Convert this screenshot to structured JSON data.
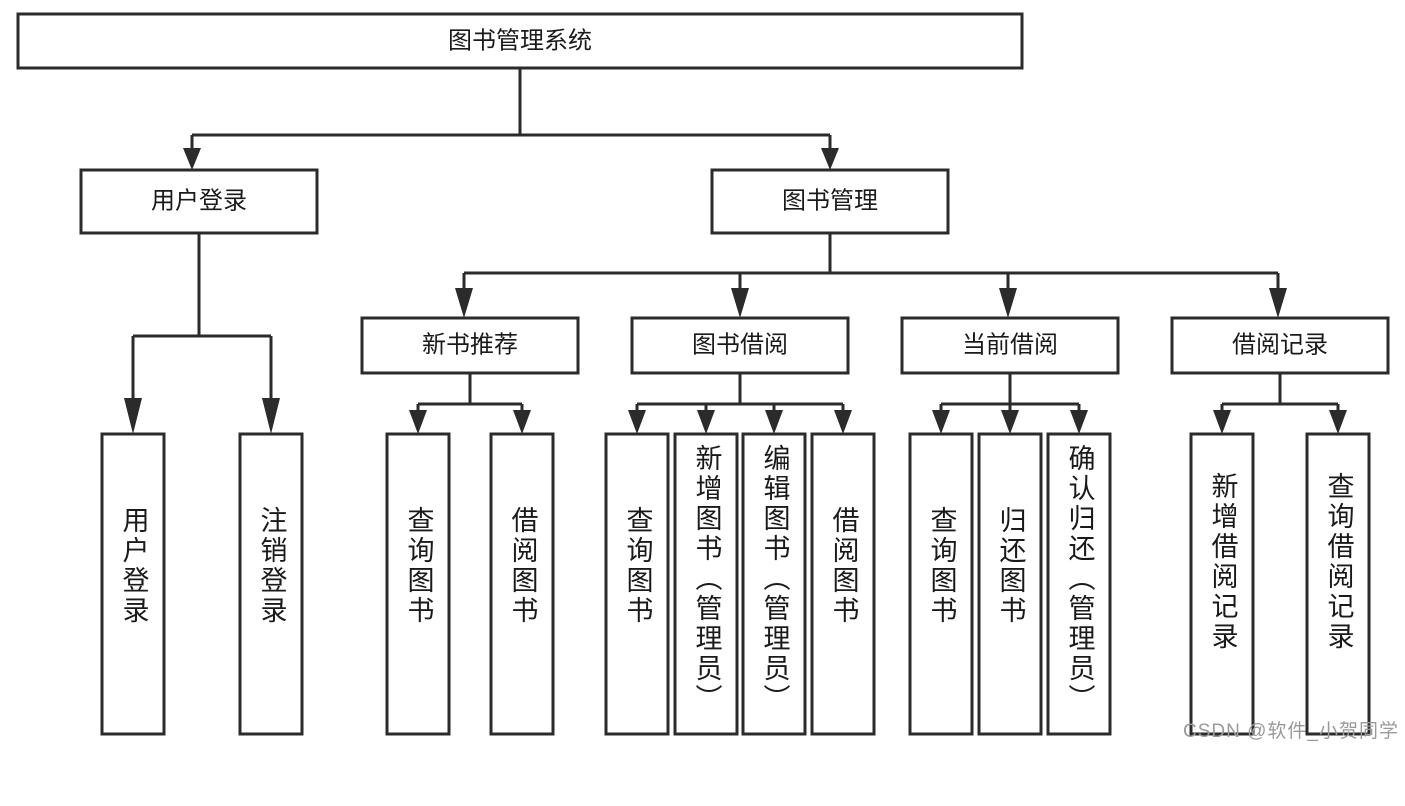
{
  "diagram": {
    "type": "tree-hierarchy",
    "orientation": "top-down",
    "root": {
      "label": "图书管理系统"
    },
    "level2": [
      {
        "label": "用户登录"
      },
      {
        "label": "图书管理"
      }
    ],
    "level3": [
      {
        "label": "新书推荐"
      },
      {
        "label": "图书借阅"
      },
      {
        "label": "当前借阅"
      },
      {
        "label": "借阅记录"
      }
    ],
    "leaves": {
      "user_login": [
        "用户登录",
        "注销登录"
      ],
      "new_book_recommend": [
        "查询图书",
        "借阅图书"
      ],
      "book_borrow": [
        "查询图书",
        "新增图书（管理员）",
        "编辑图书（管理员）",
        "借阅图书"
      ],
      "current_borrow": [
        "查询图书",
        "归还图书",
        "确认归还（管理员）"
      ],
      "borrow_record": [
        "新增借阅记录",
        "查询借阅记录"
      ]
    }
  },
  "watermark": {
    "text": "CSDN @软件_小贺同学"
  },
  "colors": {
    "box_stroke": "#2b2b2b",
    "box_fill": "#ffffff",
    "text": "#1a1a1a",
    "watermark": "#9a9a9a",
    "background": "#ffffff"
  }
}
